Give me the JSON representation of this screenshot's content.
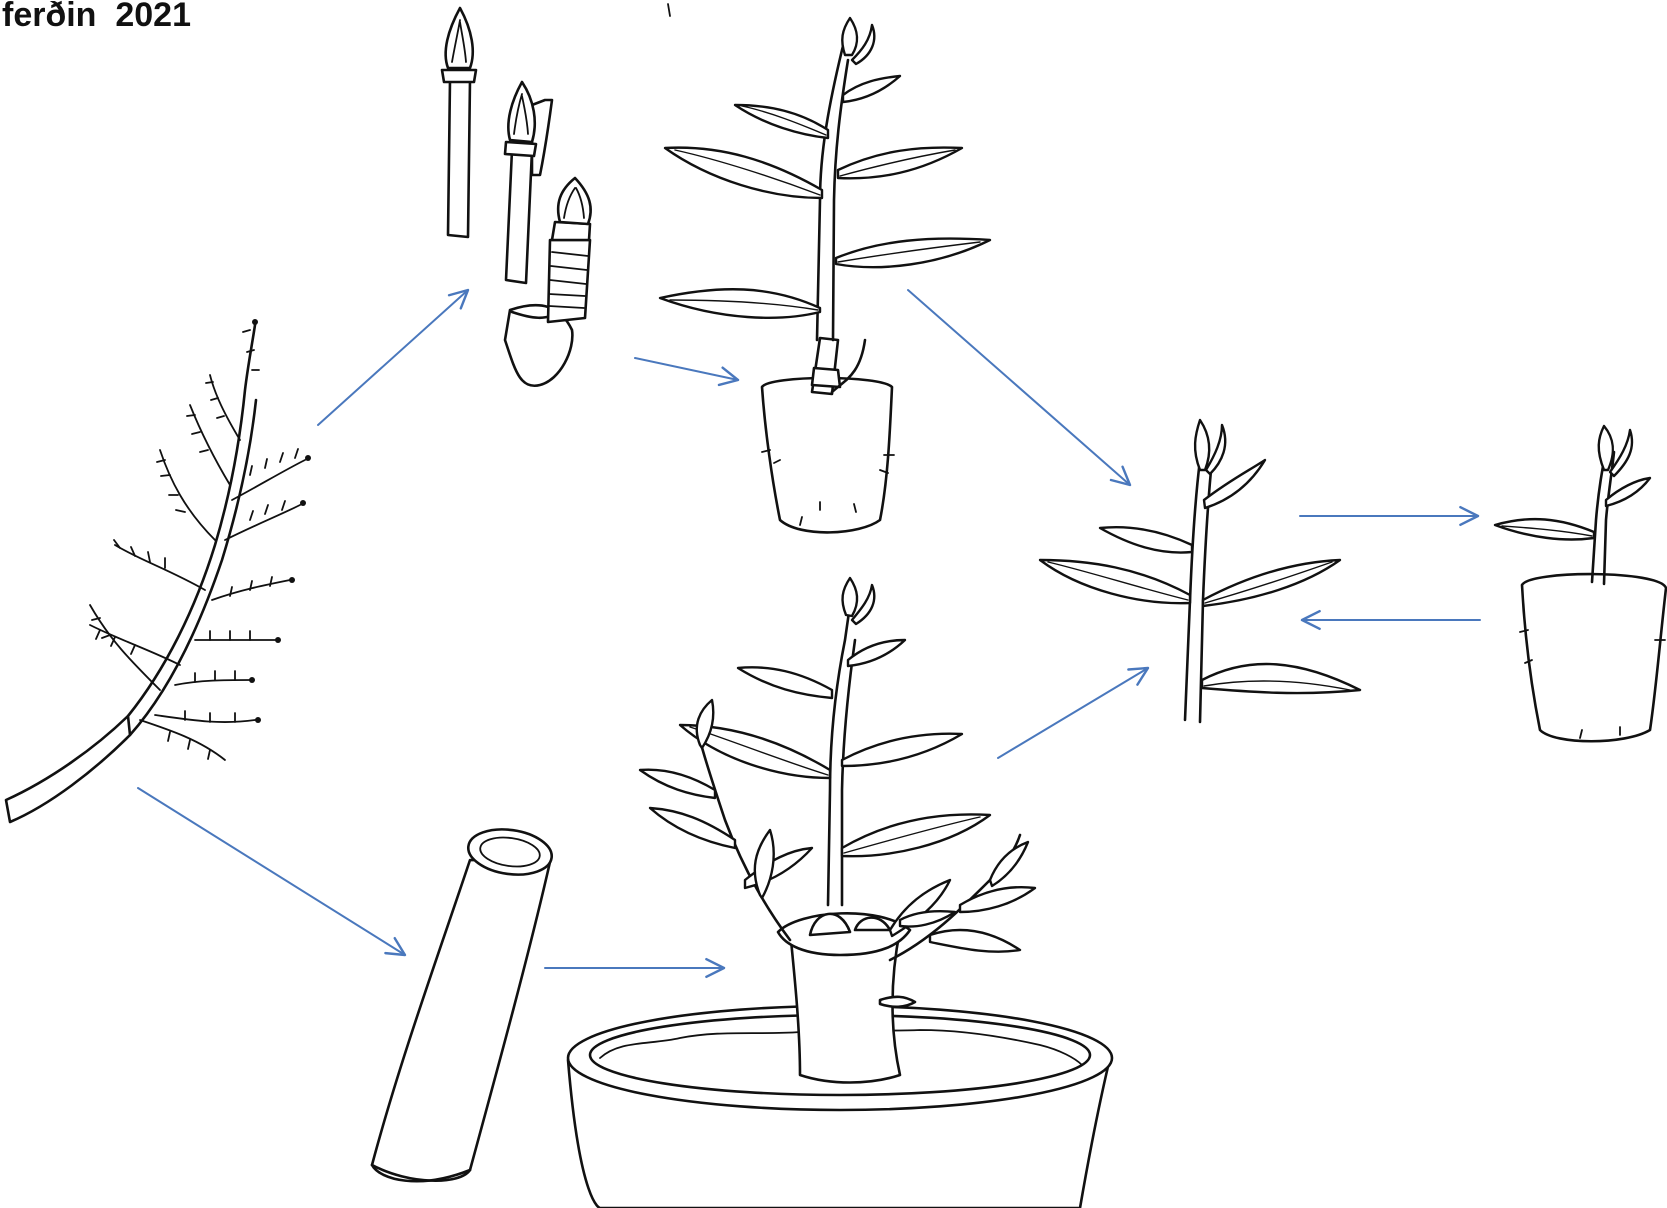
{
  "header": {
    "title": "ferðin  2021"
  },
  "colors": {
    "arrow": "#4a78bd",
    "ink": "#111111",
    "paper": "#ffffff"
  },
  "arrows": [
    {
      "from": "branch",
      "to": "cuttings"
    },
    {
      "from": "cuttings",
      "to": "plant-in-plug"
    },
    {
      "from": "plant-in-plug",
      "to": "shoot"
    },
    {
      "from": "shoot",
      "to": "small-plug-plant"
    },
    {
      "from": "small-plug-plant",
      "to": "shoot"
    },
    {
      "from": "potted-plant",
      "to": "shoot"
    },
    {
      "from": "branch",
      "to": "stem-tube"
    },
    {
      "from": "stem-tube",
      "to": "potted-plant"
    }
  ]
}
